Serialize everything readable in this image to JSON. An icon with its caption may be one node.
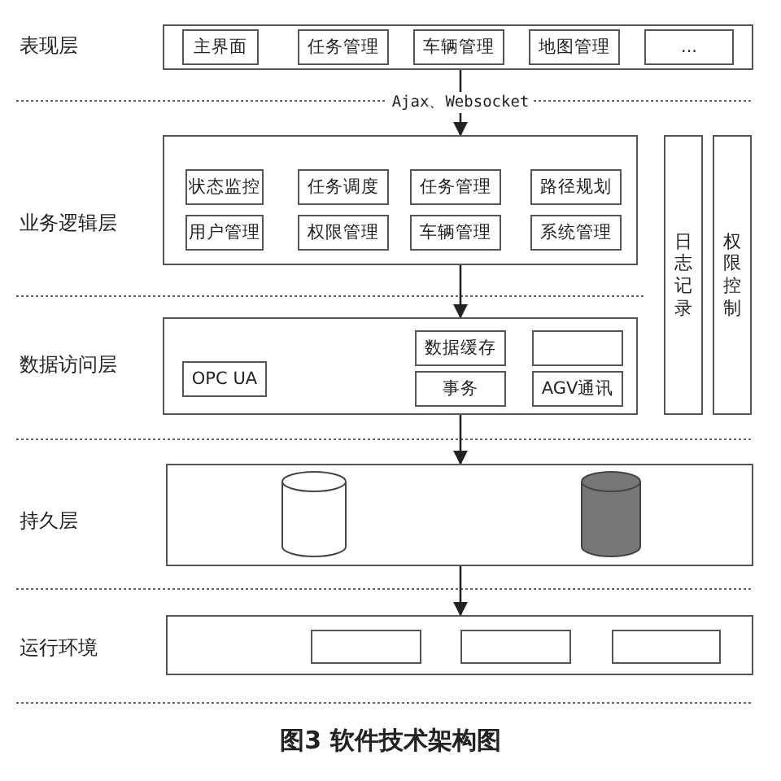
{
  "diagram": {
    "caption": "图3 软件技术架构图",
    "nodes": [
      {
        "text": [],
        "shape": "box"
      },
      {
        "text": [
          "主界面"
        ],
        "in": 0
      },
      {
        "text": [
          "任务管理"
        ],
        "in": 0
      },
      {
        "text": [
          "车辆管理"
        ],
        "in": 0
      },
      {
        "text": [
          "地图管理"
        ],
        "in": 0
      },
      {
        "text": [
          "..."
        ],
        "in": 0
      },
      {
        "text": [],
        "shape": "box"
      },
      {
        "text": [
          "状态监控"
        ],
        "in": 6
      },
      {
        "text": [
          "任务调度"
        ],
        "in": 6
      },
      {
        "text": [
          "任务管理"
        ],
        "in": 6
      },
      {
        "text": [
          "路径规划"
        ],
        "in": 6
      },
      {
        "text": [
          "用户管理"
        ],
        "in": 6
      },
      {
        "text": [
          "权限管理"
        ],
        "in": 6
      },
      {
        "text": [
          "车辆管理"
        ],
        "in": 6
      },
      {
        "text": [
          "系统管理"
        ],
        "in": 6
      },
      {
        "text": [
          "日志记录"
        ]
      },
      {
        "text": [
          "权限控制"
        ]
      },
      {
        "text": [],
        "shape": "box"
      },
      {
        "text": [
          "OPC UA"
        ],
        "in": 17
      },
      {
        "text": [
          "数据缓存"
        ],
        "in": 17
      },
      {
        "text": [
          "事务"
        ],
        "in": 17
      },
      {
        "text": [],
        "shape": "box",
        "in": 17
      },
      {
        "text": [
          "AGV通讯"
        ],
        "in": 17
      },
      {
        "text": [],
        "shape": "box"
      },
      {
        "text": [],
        "shape": "cylinder",
        "in": 23
      },
      {
        "text": [],
        "shape": "cylinder",
        "in": 23
      },
      {
        "text": [],
        "shape": "box"
      },
      {
        "text": [],
        "shape": "box",
        "in": 26
      },
      {
        "text": [],
        "shape": "box",
        "in": 26
      },
      {
        "text": [],
        "shape": "box",
        "in": 26
      }
    ],
    "edges": [
      {
        "from": 0,
        "to": 6,
        "arrow": "to",
        "label": "Ajax、Websocket"
      },
      {
        "from": 6,
        "to": 17,
        "arrow": "to"
      },
      {
        "from": 17,
        "to": 23,
        "arrow": "to"
      },
      {
        "from": 23,
        "to": 26,
        "arrow": "to"
      }
    ],
    "labels": [
      "表现层",
      "业务逻辑层",
      "数据访问层",
      "持久层",
      "运行环境"
    ]
  }
}
